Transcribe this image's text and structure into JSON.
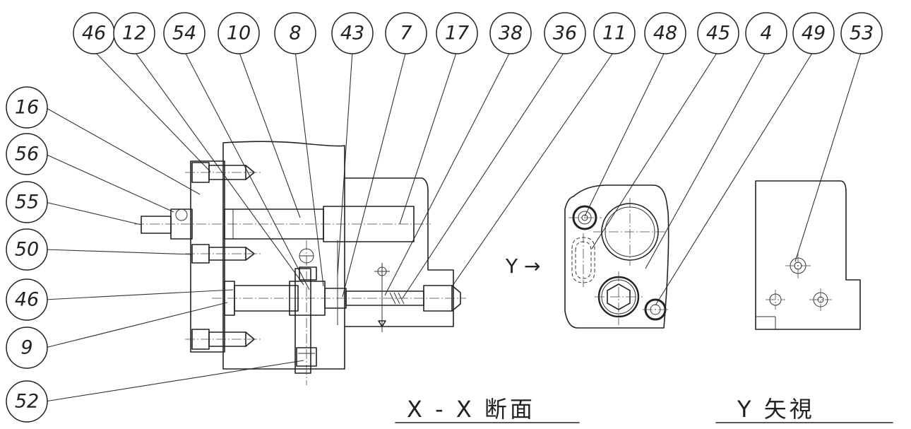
{
  "balloons_top": [
    "46",
    "12",
    "54",
    "10",
    "8",
    "43",
    "7",
    "17",
    "38",
    "36",
    "11",
    "48",
    "45",
    "4",
    "49",
    "53"
  ],
  "balloons_left": [
    "16",
    "56",
    "55",
    "50",
    "46",
    "9",
    "52"
  ],
  "view_arrow_label": "Y →",
  "captions": {
    "section": "X - X 断面",
    "view": "Y 矢視"
  }
}
